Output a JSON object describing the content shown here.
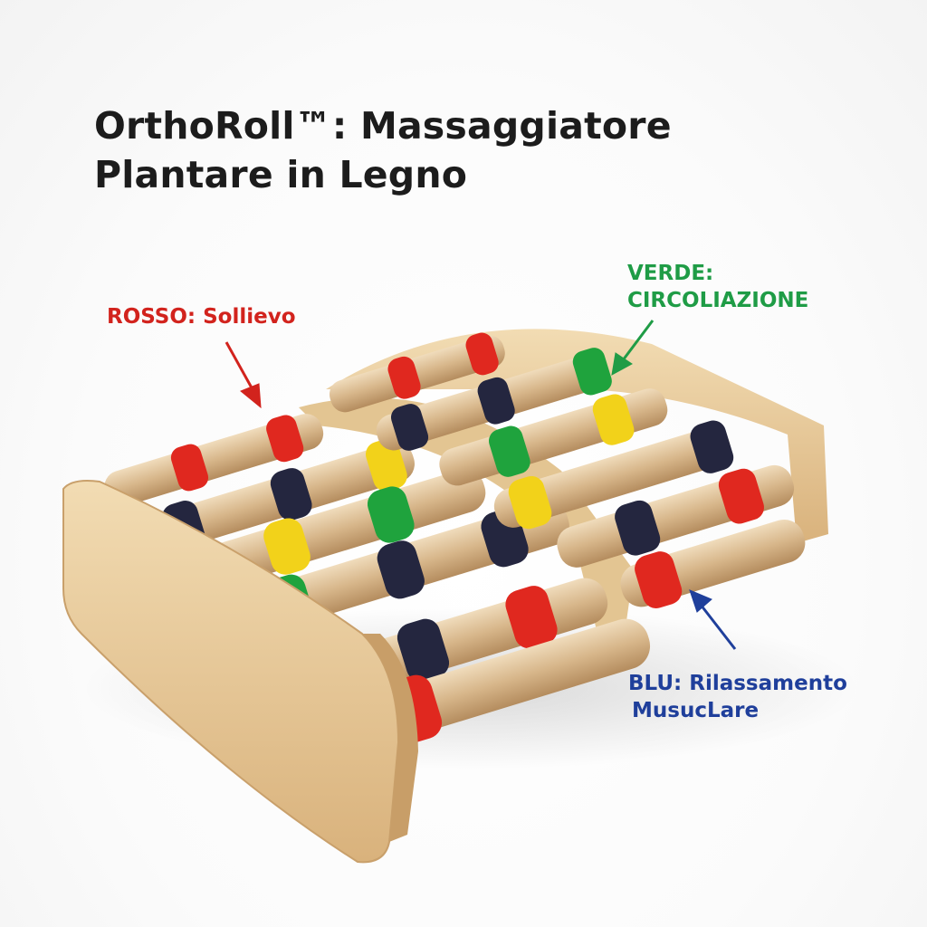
{
  "title": {
    "line1": "OrthoRoll™: Massaggiatore",
    "line2": "Plantare in Legno"
  },
  "annotations": [
    {
      "color_name": "red",
      "color": "#d2231d",
      "line1": "ROSSO: Sollievo"
    },
    {
      "color_name": "green",
      "color": "#1f9c46",
      "line1": "VERDE:",
      "line2": "CIRCOLIAZIONE"
    },
    {
      "color_name": "blue",
      "color": "#1f3f9b",
      "line1": "BLU: Rilassamento",
      "line2": "MusucLare"
    }
  ],
  "product": {
    "name": "wooden foot massager",
    "roller_colors": {
      "red": "#e0281f",
      "navy": "#24263f",
      "yellow": "#f2d21a",
      "green": "#1fa33d",
      "wood": "#d9b88d"
    }
  }
}
